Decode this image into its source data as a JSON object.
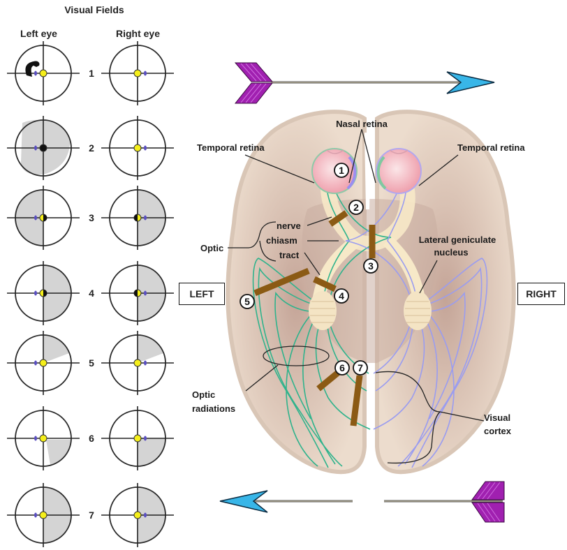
{
  "title": "Visual Fields",
  "columns": {
    "left_eye": "Left eye",
    "right_eye": "Right eye"
  },
  "rows": [
    {
      "number": "1",
      "left_eye": {
        "deficit": "none",
        "fixation": "yellow"
      },
      "right_eye": {
        "deficit": "none",
        "fixation": "yellow"
      }
    },
    {
      "number": "2",
      "left_eye": {
        "deficit": "complete blindness",
        "fixation": "black"
      },
      "right_eye": {
        "deficit": "none",
        "fixation": "yellow"
      }
    },
    {
      "number": "3",
      "left_eye": {
        "deficit": "temporal hemianopia",
        "fixation": "yellow-black"
      },
      "right_eye": {
        "deficit": "temporal hemianopia",
        "fixation": "yellow-black"
      }
    },
    {
      "number": "4",
      "left_eye": {
        "deficit": "right homonymous hemianopia",
        "fixation": "yellow-black"
      },
      "right_eye": {
        "deficit": "right homonymous hemianopia",
        "fixation": "yellow-black"
      }
    },
    {
      "number": "5",
      "left_eye": {
        "deficit": "right upper quadrantanopia",
        "fixation": "yellow"
      },
      "right_eye": {
        "deficit": "right upper quadrantanopia",
        "fixation": "yellow"
      }
    },
    {
      "number": "6",
      "left_eye": {
        "deficit": "right lower quadrantanopia",
        "fixation": "yellow"
      },
      "right_eye": {
        "deficit": "right lower quadrantanopia",
        "fixation": "yellow"
      }
    },
    {
      "number": "7",
      "left_eye": {
        "deficit": "right hemianopia with macular sparing",
        "fixation": "yellow"
      },
      "right_eye": {
        "deficit": "right hemianopia with macular sparing",
        "fixation": "yellow"
      }
    }
  ],
  "side_labels": {
    "left": "LEFT",
    "right": "RIGHT"
  },
  "brain_labels": {
    "nasal_retina": "Nasal retina",
    "temporal_retina_left": "Temporal retina",
    "temporal_retina_right": "Temporal retina",
    "optic": "Optic",
    "nerve": "nerve",
    "chiasm": "chiasm",
    "tract": "tract",
    "lgn_line1": "Lateral geniculate",
    "lgn_line2": "nucleus",
    "optic_radiations_line1": "Optic",
    "optic_radiations_line2": "radiations",
    "visual_cortex_line1": "Visual",
    "visual_cortex_line2": "cortex"
  },
  "lesion_markers": [
    "1",
    "2",
    "3",
    "4",
    "5",
    "6",
    "7"
  ],
  "colors": {
    "brain_fill": "#e9d8c9",
    "brain_center": "#c9ada0",
    "left_pathway": "#2fb38c",
    "right_pathway": "#9a9cf0",
    "lesion_bar": "#8b5a14",
    "blind_field": "#d4d4d4",
    "fixation": "#f5ef1a",
    "arrow_fletch": "#a020b0",
    "arrow_head": "#38b6e8"
  }
}
